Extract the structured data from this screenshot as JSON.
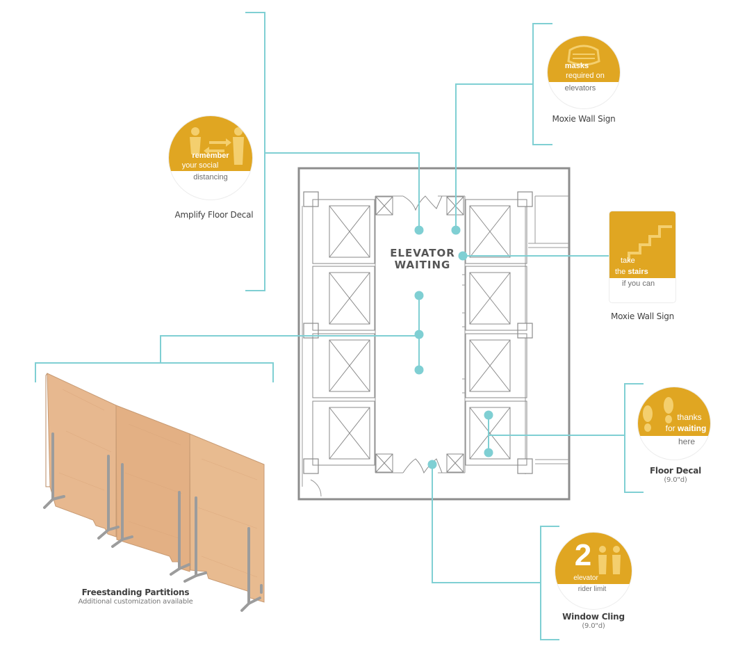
{
  "floor_plan": {
    "label_line1": "ELEVATOR",
    "label_line2": "WAITING"
  },
  "products": {
    "amplify": {
      "caption": "Amplify Floor Decal",
      "line1": "remember",
      "line2": "your social",
      "line3": "distancing",
      "icon": "people-arrows-icon"
    },
    "masks": {
      "caption": "Moxie Wall Sign",
      "line1": "masks",
      "line2": "required on",
      "line3": "elevators",
      "icon": "face-mask-icon"
    },
    "stairs": {
      "caption": "Moxie Wall Sign",
      "line1": "take",
      "line2a": "the ",
      "line2b": "stairs",
      "line3": "if you can",
      "icon": "stairs-icon"
    },
    "floor_decal": {
      "caption": "Floor Decal",
      "size": "(9.0\"d)",
      "line1": "thanks",
      "line2a": "for ",
      "line2b": "waiting",
      "line3": "here",
      "icon": "footprints-icon"
    },
    "window_cling": {
      "caption": "Window Cling",
      "size": "(9.0\"d)",
      "number": "2",
      "line1": "elevator",
      "line2": "rider limit",
      "icon": "two-people-icon"
    },
    "partitions": {
      "caption": "Freestanding Partitions",
      "subcaption": "Additional customization available"
    }
  },
  "colors": {
    "accent": "#e0a622",
    "callout": "#7fcfd3",
    "plan": "#8a8a8a",
    "wood": "#e7b88f"
  }
}
